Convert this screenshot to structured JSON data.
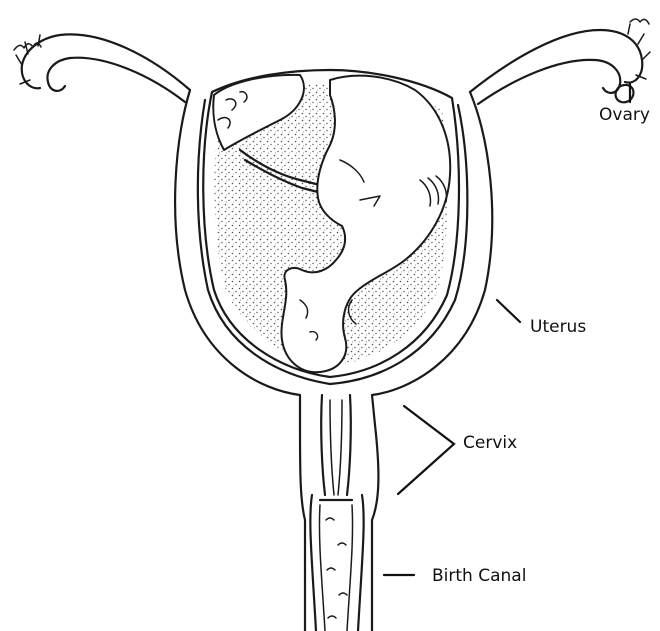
{
  "labels": {
    "ovary": "Ovary",
    "uterus": "Uterus",
    "cervix": "Cervix",
    "birth_canal": "Birth Canal"
  },
  "colors": {
    "ink": "#1a1a1a",
    "background": "#ffffff",
    "stipple": "#555555"
  }
}
